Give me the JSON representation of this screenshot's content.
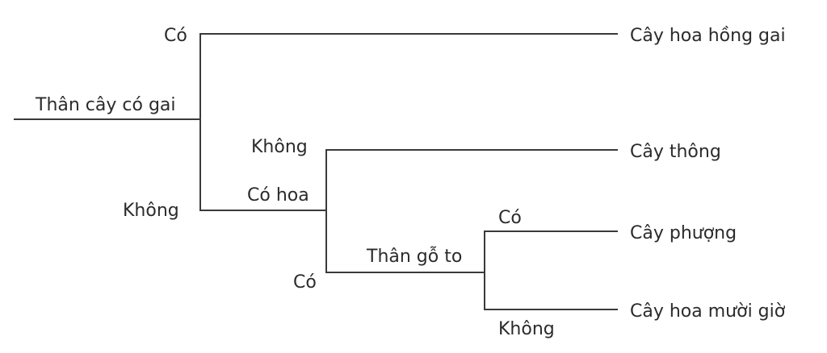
{
  "tree": {
    "root": {
      "question": "Thân cây có gai"
    },
    "branch_thorns_yes": {
      "answer": "Có",
      "result": "Cây hoa hồng gai"
    },
    "branch_thorns_no": {
      "answer": "Không",
      "question": "Có hoa"
    },
    "branch_flower_no": {
      "answer": "Không",
      "result": "Cây thông"
    },
    "branch_flower_yes": {
      "answer": "Có",
      "question": "Thân gỗ to"
    },
    "branch_wood_yes": {
      "answer": "Có",
      "result": "Cây phượng"
    },
    "branch_wood_no": {
      "answer": "Không",
      "result": "Cây hoa mười giờ"
    }
  },
  "line_color": "#3a3a3a",
  "text_color": "#2b2b2b"
}
